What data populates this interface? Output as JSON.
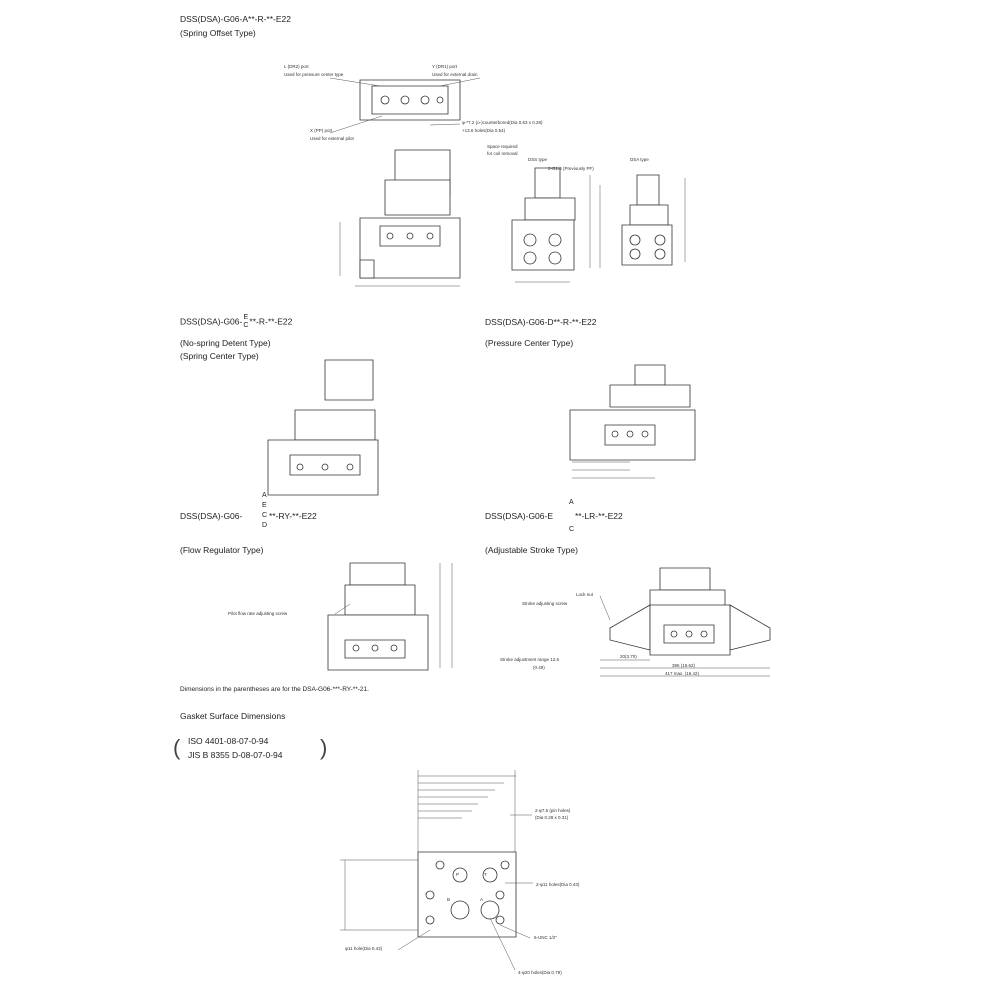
{
  "sec1": {
    "title": "DSS(DSA)-G06-A**-R-**-E22",
    "subtitle": "(Spring Offset Type)",
    "callouts": {
      "l_port": "L (DR2) port",
      "l_port_note": "Used for pressure center type",
      "y_port": "Y (DR1) port",
      "y_port_note": "Used for external drain",
      "x_port": "X (PP) port",
      "x_port_note": "Used for external pilot",
      "orings": "φ-*7.2 (o-)counterbored(Dia 0.63 x 0.28)",
      "holes": "+13.6 holes(Dia 0.54)",
      "space": "Space required",
      "space2": "for coil removal",
      "dss_type": "DSS type",
      "dsa_type": "DSA type",
      "dss_note": "2-G1/4 (Previously PF)"
    }
  },
  "sec2": {
    "title": "DSS(DSA)-G06-",
    "stack_top": "E",
    "stack_bot": "C",
    "suffix": "**-R-**-E22",
    "line1": "(No-spring Detent Type)",
    "line2": "(Spring Center Type)"
  },
  "sec3": {
    "title": "DSS(DSA)-G06-D**-R-**-E22",
    "subtitle": "(Pressure Center Type)"
  },
  "sec4": {
    "title": "DSS(DSA)-G06-",
    "stack": [
      "A",
      "E",
      "C",
      "D"
    ],
    "suffix": "**-RY-**-E22",
    "subtitle": "(Flow Regulator Type)",
    "callout": "Pilot flow rate adjusting screw"
  },
  "sec5": {
    "title_pre": "DSS(DSA)-G06-E",
    "stack_top": "A",
    "stack_bot": "C",
    "suffix": "**-LR-**-E22",
    "subtitle": "(Adjustable Stroke Type)",
    "callouts": {
      "lock_nut": "Lock nut",
      "stroke_screw": "Stroke adjusting screw",
      "stroke_range": "Stroke adjustment range 12.5",
      "stroke_range_in": "(0.49)",
      "dim1": "20(3.70)",
      "dim2": "395 (15.62)",
      "dim3": "417 max. (16.42)"
    }
  },
  "note": "Dimensions in the parentheses are for the DSA-G06-***-RY-**-21.",
  "gasket": {
    "title": "Gasket Surface Dimensions",
    "std1": "ISO 4401-08-07-0-94",
    "std2": "JIS B 8355 D-08-07-0-94",
    "port_a": "A",
    "port_b": "B",
    "port_p": "P",
    "port_t": "T",
    "callouts": {
      "pin_holes": "2-φ7.5 (pin holes)",
      "pin_holes_in": "(Dia 0.28 x 0.31)",
      "holes_11": "2-φ11 holes(Dia 0.43)",
      "unc": "6-UNC 1/2\"",
      "holes_20": "4-φ20 holes(Dia 0.79)",
      "hole_11_left": "φ11 hole(Dia 0.43)"
    }
  }
}
